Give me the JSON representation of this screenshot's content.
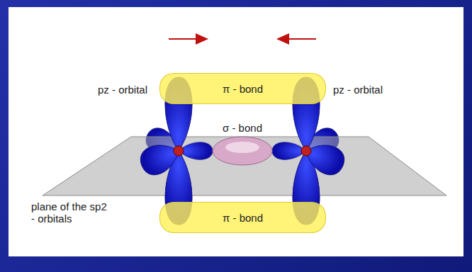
{
  "diagram": {
    "nodes": [
      {
        "text": [
          "π - bond"
        ]
      },
      {
        "text": [
          "π - bond"
        ]
      }
    ],
    "labels": [
      "pz - orbital",
      "pz - orbital",
      "σ - bond",
      "plane of the sp2 - orbitals"
    ]
  }
}
